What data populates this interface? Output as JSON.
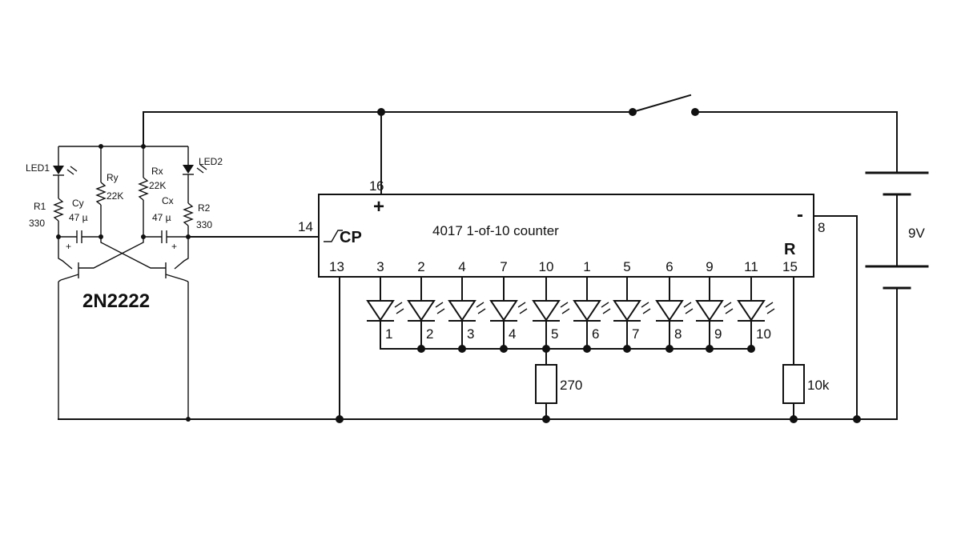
{
  "oscillator": {
    "led1": "LED1",
    "led2": "LED2",
    "r1_name": "R1",
    "r1_value": "330",
    "r2_name": "R2",
    "r2_value": "330",
    "ry_name": "Ry",
    "ry_value": "22K",
    "rx_name": "Rx",
    "rx_value": "22K",
    "cy_name": "Cy",
    "cy_value": "47 µ",
    "cx_name": "Cx",
    "cx_value": "47 µ",
    "plus": "+",
    "transistor": "2N2222"
  },
  "counter": {
    "title": "4017 1-of-10 counter",
    "pin_vdd": "16",
    "pin_vdd_prefix": "1",
    "plus_mark": "+",
    "minus_mark": "-",
    "pin_clock": "14",
    "clock_label": "CP",
    "pin_gnd": "8",
    "pin_13": "13",
    "reset_label": "R",
    "pin_reset": "15",
    "output_pins": [
      "3",
      "2",
      "4",
      "7",
      "10",
      "1",
      "5",
      "6",
      "9",
      "11"
    ],
    "led_labels": [
      "1",
      "2",
      "3",
      "4",
      "5",
      "6",
      "7",
      "8",
      "9",
      "10"
    ]
  },
  "resistors": {
    "led_resistor": "270",
    "reset_resistor": "10k"
  },
  "battery": {
    "voltage": "9V"
  }
}
